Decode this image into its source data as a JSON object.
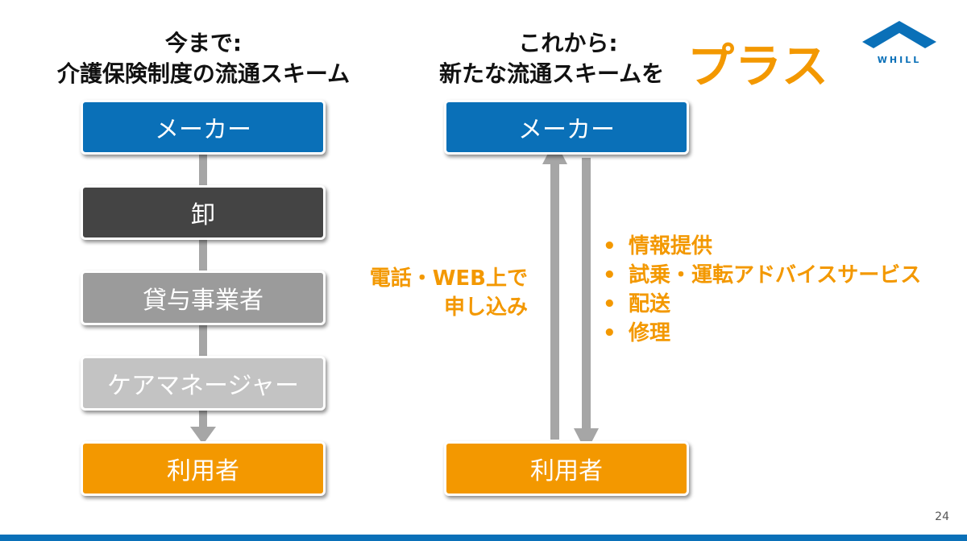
{
  "left_section": {
    "heading_line1": "今まで:",
    "heading_line2": "介護保険制度の流通スキーム",
    "nodes": [
      {
        "label": "メーカー",
        "color": "#0a70b8"
      },
      {
        "label": "卸",
        "color": "#444444"
      },
      {
        "label": "貸与事業者",
        "color": "#9b9b9b"
      },
      {
        "label": "ケアマネージャー",
        "color": "#c3c3c3"
      },
      {
        "label": "利用者",
        "color": "#f39800"
      }
    ]
  },
  "right_section": {
    "heading_line1": "これから:",
    "heading_line2": "新たな流通スキームを",
    "heading_emphasis": "プラス",
    "top_node": {
      "label": "メーカー",
      "color": "#0a70b8"
    },
    "bottom_node": {
      "label": "利用者",
      "color": "#f39800"
    },
    "request_label_line1": "電話・WEB上で",
    "request_label_line2": "申し込み",
    "services": [
      "情報提供",
      "試乗・運転アドバイスサービス",
      "配送",
      "修理"
    ],
    "bullet": "•"
  },
  "logo": {
    "text": "WHILL",
    "color": "#0a70b8"
  },
  "page_number": "24",
  "colors": {
    "accent_orange": "#f39800",
    "brand_blue": "#0a70b8",
    "connector_gray": "#a6a6a6"
  }
}
